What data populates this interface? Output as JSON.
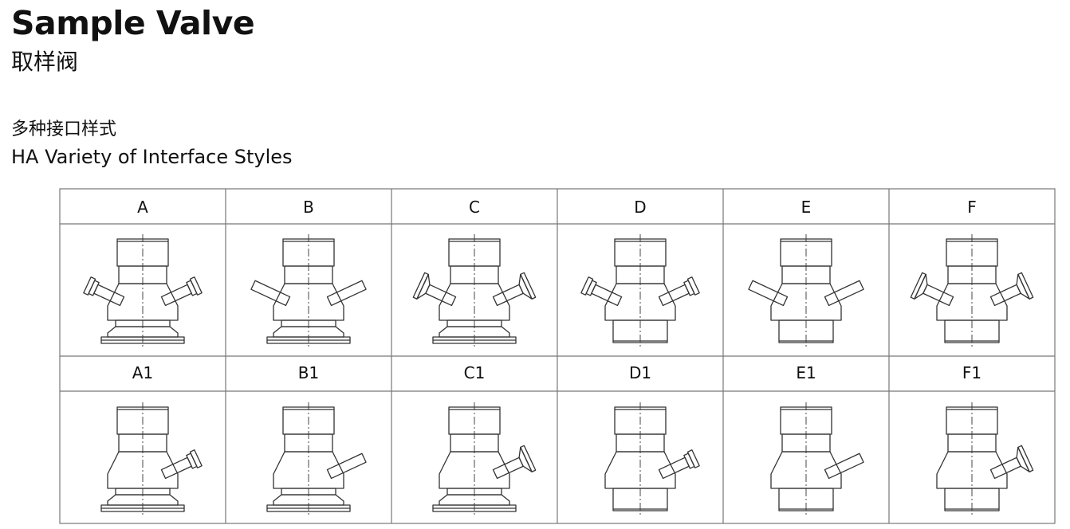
{
  "title": "Sample Valve",
  "subtitle": "取样阀",
  "section": {
    "title_cn": "多种接口样式",
    "title_en": "HA Variety of Interface Styles"
  },
  "variants_row1": [
    {
      "label": "A",
      "ports": "both",
      "port": "ferrule",
      "bottom": "clamp"
    },
    {
      "label": "B",
      "ports": "both",
      "port": "plain",
      "bottom": "clamp"
    },
    {
      "label": "C",
      "ports": "both",
      "port": "clamp",
      "bottom": "clamp"
    },
    {
      "label": "D",
      "ports": "both",
      "port": "ferrule",
      "bottom": "tube"
    },
    {
      "label": "E",
      "ports": "both",
      "port": "plain",
      "bottom": "tube"
    },
    {
      "label": "F",
      "ports": "both",
      "port": "clamp",
      "bottom": "tube"
    }
  ],
  "variants_row2": [
    {
      "label": "A1",
      "ports": "right",
      "port": "ferrule",
      "bottom": "clamp"
    },
    {
      "label": "B1",
      "ports": "right",
      "port": "plain",
      "bottom": "clamp"
    },
    {
      "label": "C1",
      "ports": "right",
      "port": "clamp",
      "bottom": "clamp"
    },
    {
      "label": "D1",
      "ports": "right",
      "port": "ferrule",
      "bottom": "tube"
    },
    {
      "label": "E1",
      "ports": "right",
      "port": "plain",
      "bottom": "tube"
    },
    {
      "label": "F1",
      "ports": "right",
      "port": "clamp",
      "bottom": "tube"
    }
  ]
}
